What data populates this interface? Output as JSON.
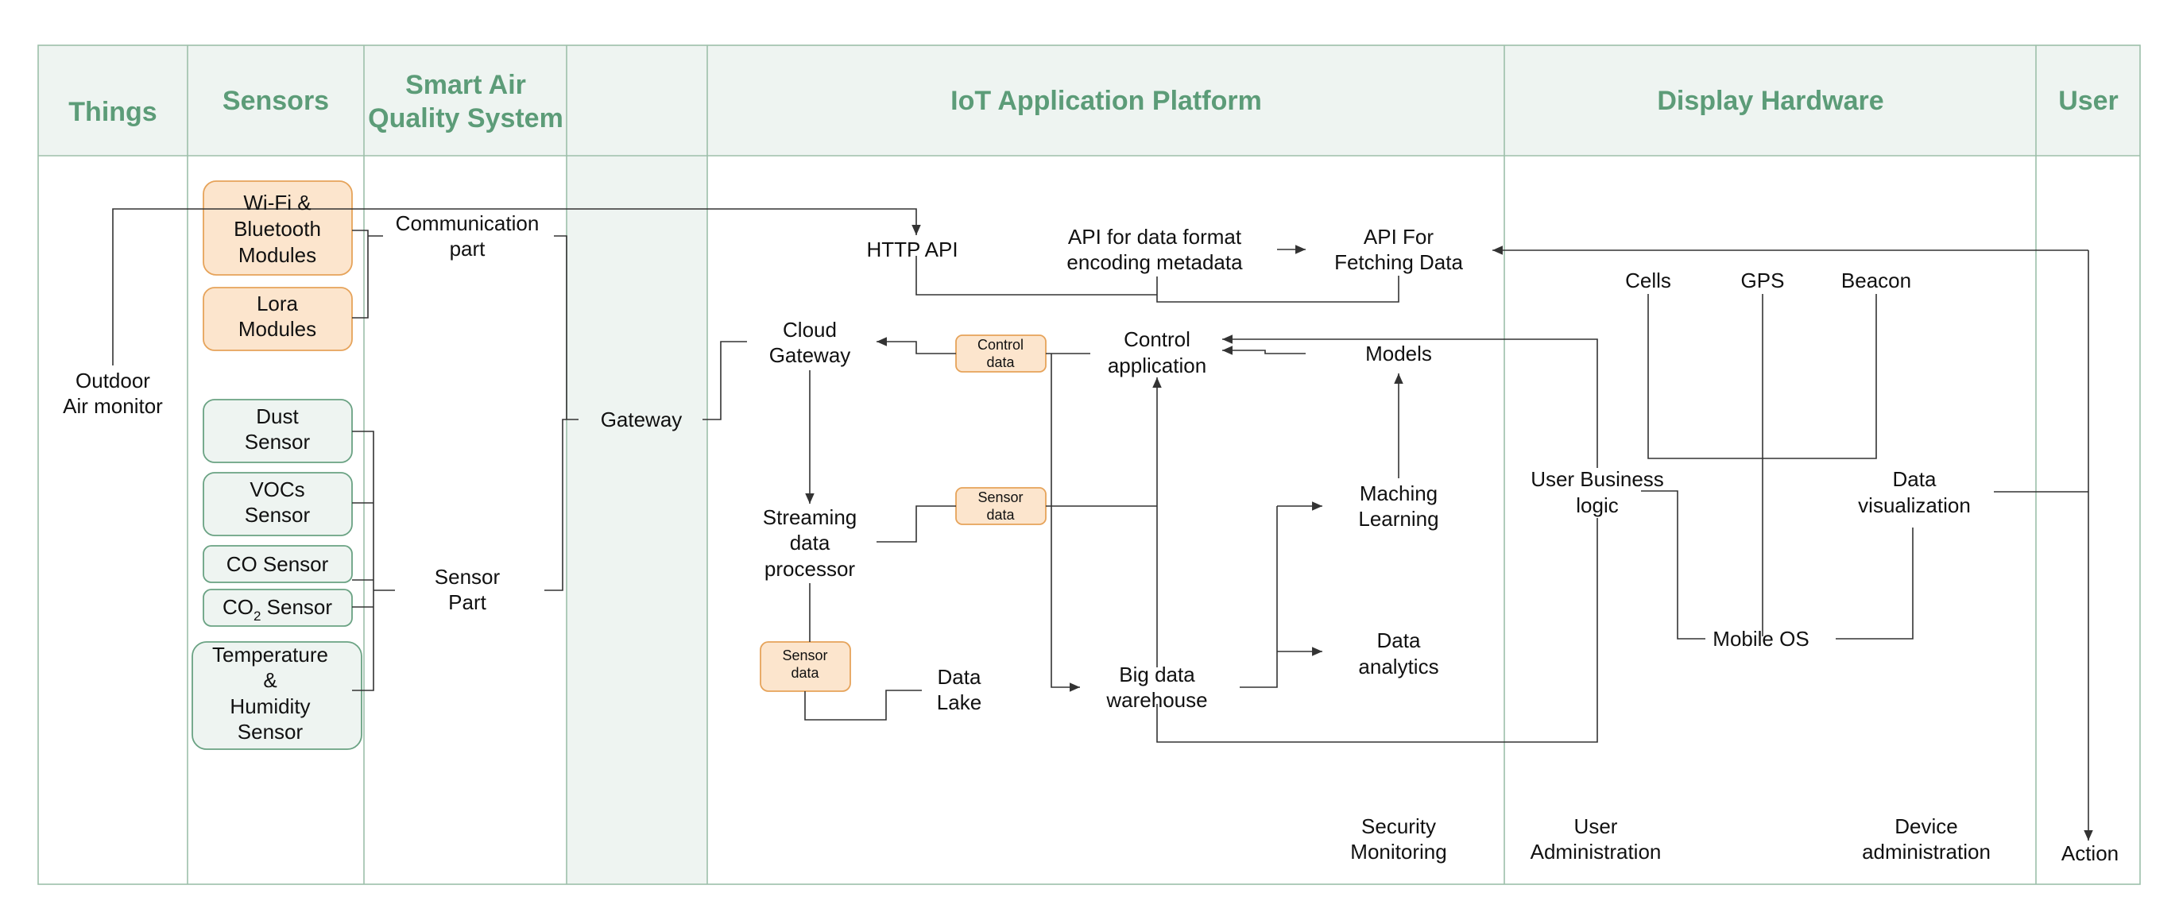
{
  "columns": {
    "things": "Things",
    "sensors": "Sensors",
    "smart_air_1": "Smart Air",
    "smart_air_2": "Quality System",
    "platform": "IoT Application Platform",
    "display": "Display Hardware",
    "user": "User"
  },
  "things": {
    "outdoor_1": "Outdoor",
    "outdoor_2": "Air monitor"
  },
  "sensors": {
    "wifi_1": "Wi-Fi &",
    "wifi_2": "Bluetooth",
    "wifi_3": "Modules",
    "lora_1": "Lora",
    "lora_2": "Modules",
    "dust_1": "Dust",
    "dust_2": "Sensor",
    "vocs_1": "VOCs",
    "vocs_2": "Sensor",
    "co": "CO Sensor",
    "co2_pre": "CO",
    "co2_sub": "2",
    "co2_post": " Sensor",
    "temp_1": "Temperature",
    "temp_2": "&",
    "temp_3": "Humidity",
    "temp_4": "Sensor"
  },
  "system": {
    "comm_1": "Communication",
    "comm_2": "part",
    "sensor_1": "Sensor",
    "sensor_2": "Part",
    "gateway": "Gateway"
  },
  "platform": {
    "http_api": "HTTP API",
    "api_format_1": "API for data format",
    "api_format_2": "encoding metadata",
    "api_fetch_1": "API For",
    "api_fetch_2": "Fetching Data",
    "cloud_1": "Cloud",
    "cloud_2": "Gateway",
    "control_data_1": "Control",
    "control_data_2": "data",
    "control_app_1": "Control",
    "control_app_2": "application",
    "models": "Models",
    "streaming_1": "Streaming",
    "streaming_2": "data",
    "streaming_3": "processor",
    "sensor_data_a_1": "Sensor",
    "sensor_data_a_2": "data",
    "ml_1": "Maching",
    "ml_2": "Learning",
    "sensor_data_b_1": "Sensor",
    "sensor_data_b_2": "data",
    "data_lake_1": "Data",
    "data_lake_2": "Lake",
    "bigdata_1": "Big data",
    "bigdata_2": "warehouse",
    "analytics_1": "Data",
    "analytics_2": "analytics",
    "security_1": "Security",
    "security_2": "Monitoring"
  },
  "display": {
    "cells": "Cells",
    "gps": "GPS",
    "beacon": "Beacon",
    "business_1": "User Business",
    "business_2": "logic",
    "dataviz_1": "Data",
    "dataviz_2": "visualization",
    "mobile_os": "Mobile OS",
    "user_admin_1": "User",
    "user_admin_2": "Administration",
    "device_admin_1": "Device",
    "device_admin_2": "administration"
  },
  "user": {
    "action": "Action"
  },
  "colors": {
    "header_bg": "#eef4f1",
    "header_text": "#5c9c78",
    "grid_line": "#9dbfaa",
    "orange_fill": "#fce5cd",
    "orange_stroke": "#e6a35a",
    "green_fill": "#eef4f1",
    "green_stroke": "#6aa283"
  }
}
